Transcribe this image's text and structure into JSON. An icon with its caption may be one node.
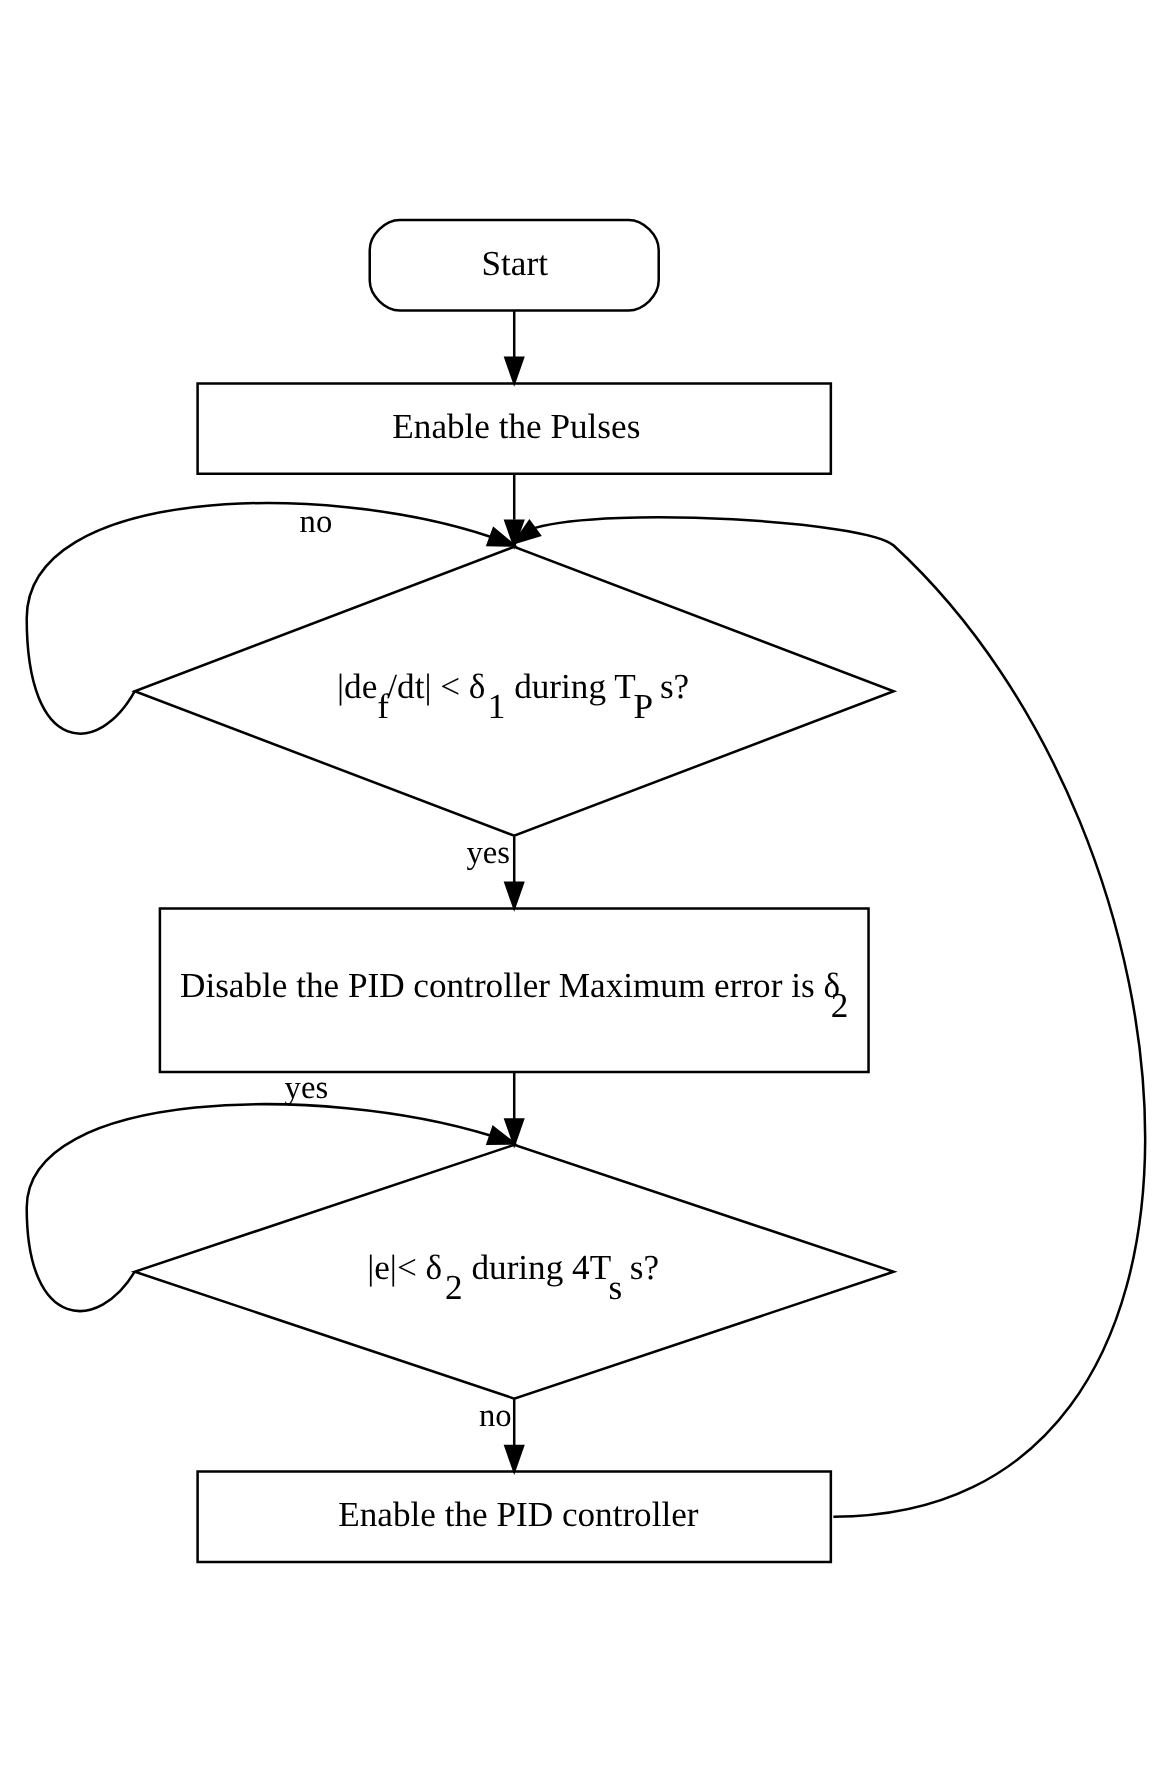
{
  "diagram": {
    "nodes": [
      {
        "text": [
          "Start"
        ]
      },
      {
        "text": [
          "Enable the Pulses"
        ]
      },
      {
        "text": [
          "|de$_{f}$/dt| < δ$_{1}$ during T$_{P}$ s?"
        ]
      },
      {
        "text": [
          "Disable the PID controller Maximum error is δ$_{2}$"
        ]
      },
      {
        "text": [
          "|e|< δ$_{2}$ during 4T$_{s}$ s?"
        ]
      },
      {
        "text": [
          "Enable the PID controller"
        ]
      }
    ],
    "edges": [
      {
        "from": 0,
        "to": 1,
        "arrow": "to"
      },
      {
        "from": 1,
        "to": 2,
        "arrow": "to"
      },
      {
        "from": 2,
        "to": 2,
        "arrow": "to",
        "label": "no"
      },
      {
        "from": 2,
        "to": 3,
        "arrow": "to",
        "label": "yes"
      },
      {
        "from": 3,
        "to": 4,
        "arrow": "to"
      },
      {
        "from": 4,
        "to": 4,
        "arrow": "to",
        "label": "yes"
      },
      {
        "from": 4,
        "to": 5,
        "arrow": "to",
        "label": "no"
      },
      {
        "from": 5,
        "to": 2,
        "arrow": "to"
      }
    ]
  }
}
